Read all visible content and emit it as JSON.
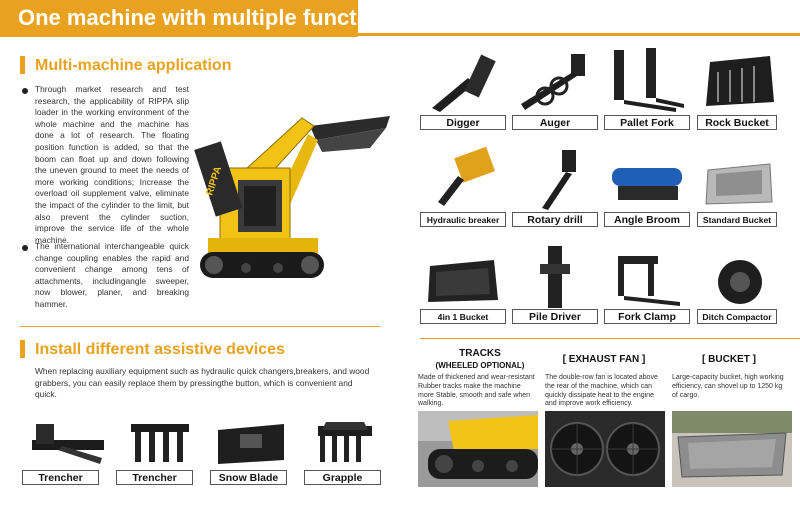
{
  "header": {
    "title": "One machine with multiple functions"
  },
  "sections": {
    "multi": {
      "title": "Multi-machine application"
    },
    "install": {
      "title": "Install different assistive devices"
    }
  },
  "multi_paragraphs": [
    "Through market research and test research, the applicability of RIPPA slip loader in the working environment of the whole machine and the machine has done a lot of research. The floating position function is added, so that the boom can float up and down following the uneven ground to meet the needs of more working conditions; Increase the overload oil supplement valve, eliminate the impact of the cylinder to the limit, but also prevent the cylinder suction, improve the service life of the whole machine.",
    "The international interchangeable quick change coupling enables the rapid and convenient change among tens of attachments, includingangle sweeper, now blower, planer, and breaking hammer."
  ],
  "machine_brand": "RIPPA",
  "install_text": "When replacing auxiliary equipment such as hydraulic quick changers,breakers, and wood grabbers, you can easily replace them by pressingthe button, which is convenient and quick.",
  "attachments": [
    {
      "label": "Digger",
      "icon": "digger-icon"
    },
    {
      "label": "Auger",
      "icon": "auger-icon"
    },
    {
      "label": "Pallet Fork",
      "icon": "pallet-fork-icon"
    },
    {
      "label": "Rock Bucket",
      "icon": "rock-bucket-icon"
    },
    {
      "label": "Hydraulic breaker",
      "icon": "hydraulic-breaker-icon"
    },
    {
      "label": "Rotary drill",
      "icon": "rotary-drill-icon"
    },
    {
      "label": "Angle Broom",
      "icon": "angle-broom-icon"
    },
    {
      "label": "Standard Bucket",
      "icon": "standard-bucket-icon"
    },
    {
      "label": "4in 1 Bucket",
      "icon": "four-in-one-bucket-icon"
    },
    {
      "label": "Pile Driver",
      "icon": "pile-driver-icon"
    },
    {
      "label": "Fork Clamp",
      "icon": "fork-clamp-icon"
    },
    {
      "label": "Ditch Compactor",
      "icon": "ditch-compactor-icon"
    }
  ],
  "assistive": [
    {
      "label": "Trencher",
      "icon": "trencher-icon"
    },
    {
      "label": "Trencher",
      "icon": "trencher-icon"
    },
    {
      "label": "Snow Blade",
      "icon": "snow-blade-icon"
    },
    {
      "label": "Grapple",
      "icon": "grapple-icon"
    }
  ],
  "features": [
    {
      "title": "TRACKS",
      "subtitle": "(WHEELED OPTIONAL)",
      "text": "Made of thickened and wear-resistant Rubber tracks make the machine more Stable, smooth and safe when walking."
    },
    {
      "title": "[ EXHAUST FAN ]",
      "subtitle": "",
      "text": "The double-row fan is located above the rear of the machine, which can quickly dissipate heat to the engine and improve work efficiency."
    },
    {
      "title": "[ BUCKET ]",
      "subtitle": "",
      "text": "Large-capacity bucket, high working efficiency, can shovel up to 1250 kg of cargo."
    }
  ],
  "colors": {
    "accent": "#e9a21f",
    "machine_yellow": "#f2c315",
    "dark": "#1d1d1d"
  }
}
